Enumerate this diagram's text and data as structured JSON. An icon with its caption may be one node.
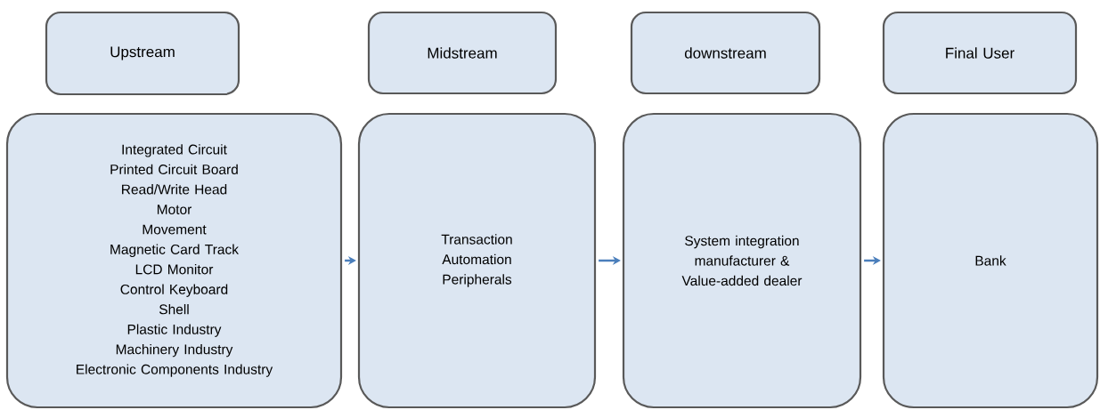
{
  "diagram": {
    "nodes": [
      {
        "text": [
          "Upstream"
        ]
      },
      {
        "text": [
          "Midstream"
        ]
      },
      {
        "text": [
          "downstream"
        ]
      },
      {
        "text": [
          "Final User"
        ]
      },
      {
        "text": [
          "Integrated Circuit",
          "Printed Circuit Board",
          "Read/Write Head",
          "Motor",
          "Movement",
          "Magnetic Card Track",
          "LCD Monitor",
          "Control Keyboard",
          "Shell",
          "Plastic Industry",
          "Machinery Industry",
          "Electronic Components Industry"
        ]
      },
      {
        "text": [
          "Transaction Automation Peripherals"
        ]
      },
      {
        "text": [
          "System integration manufacturer & Value-added dealer"
        ]
      },
      {
        "text": [
          "Bank"
        ]
      }
    ],
    "edges": [
      {
        "from": 4,
        "to": 5,
        "arrow": "to"
      },
      {
        "from": 5,
        "to": 6,
        "arrow": "to"
      },
      {
        "from": 6,
        "to": 7,
        "arrow": "to"
      }
    ]
  }
}
